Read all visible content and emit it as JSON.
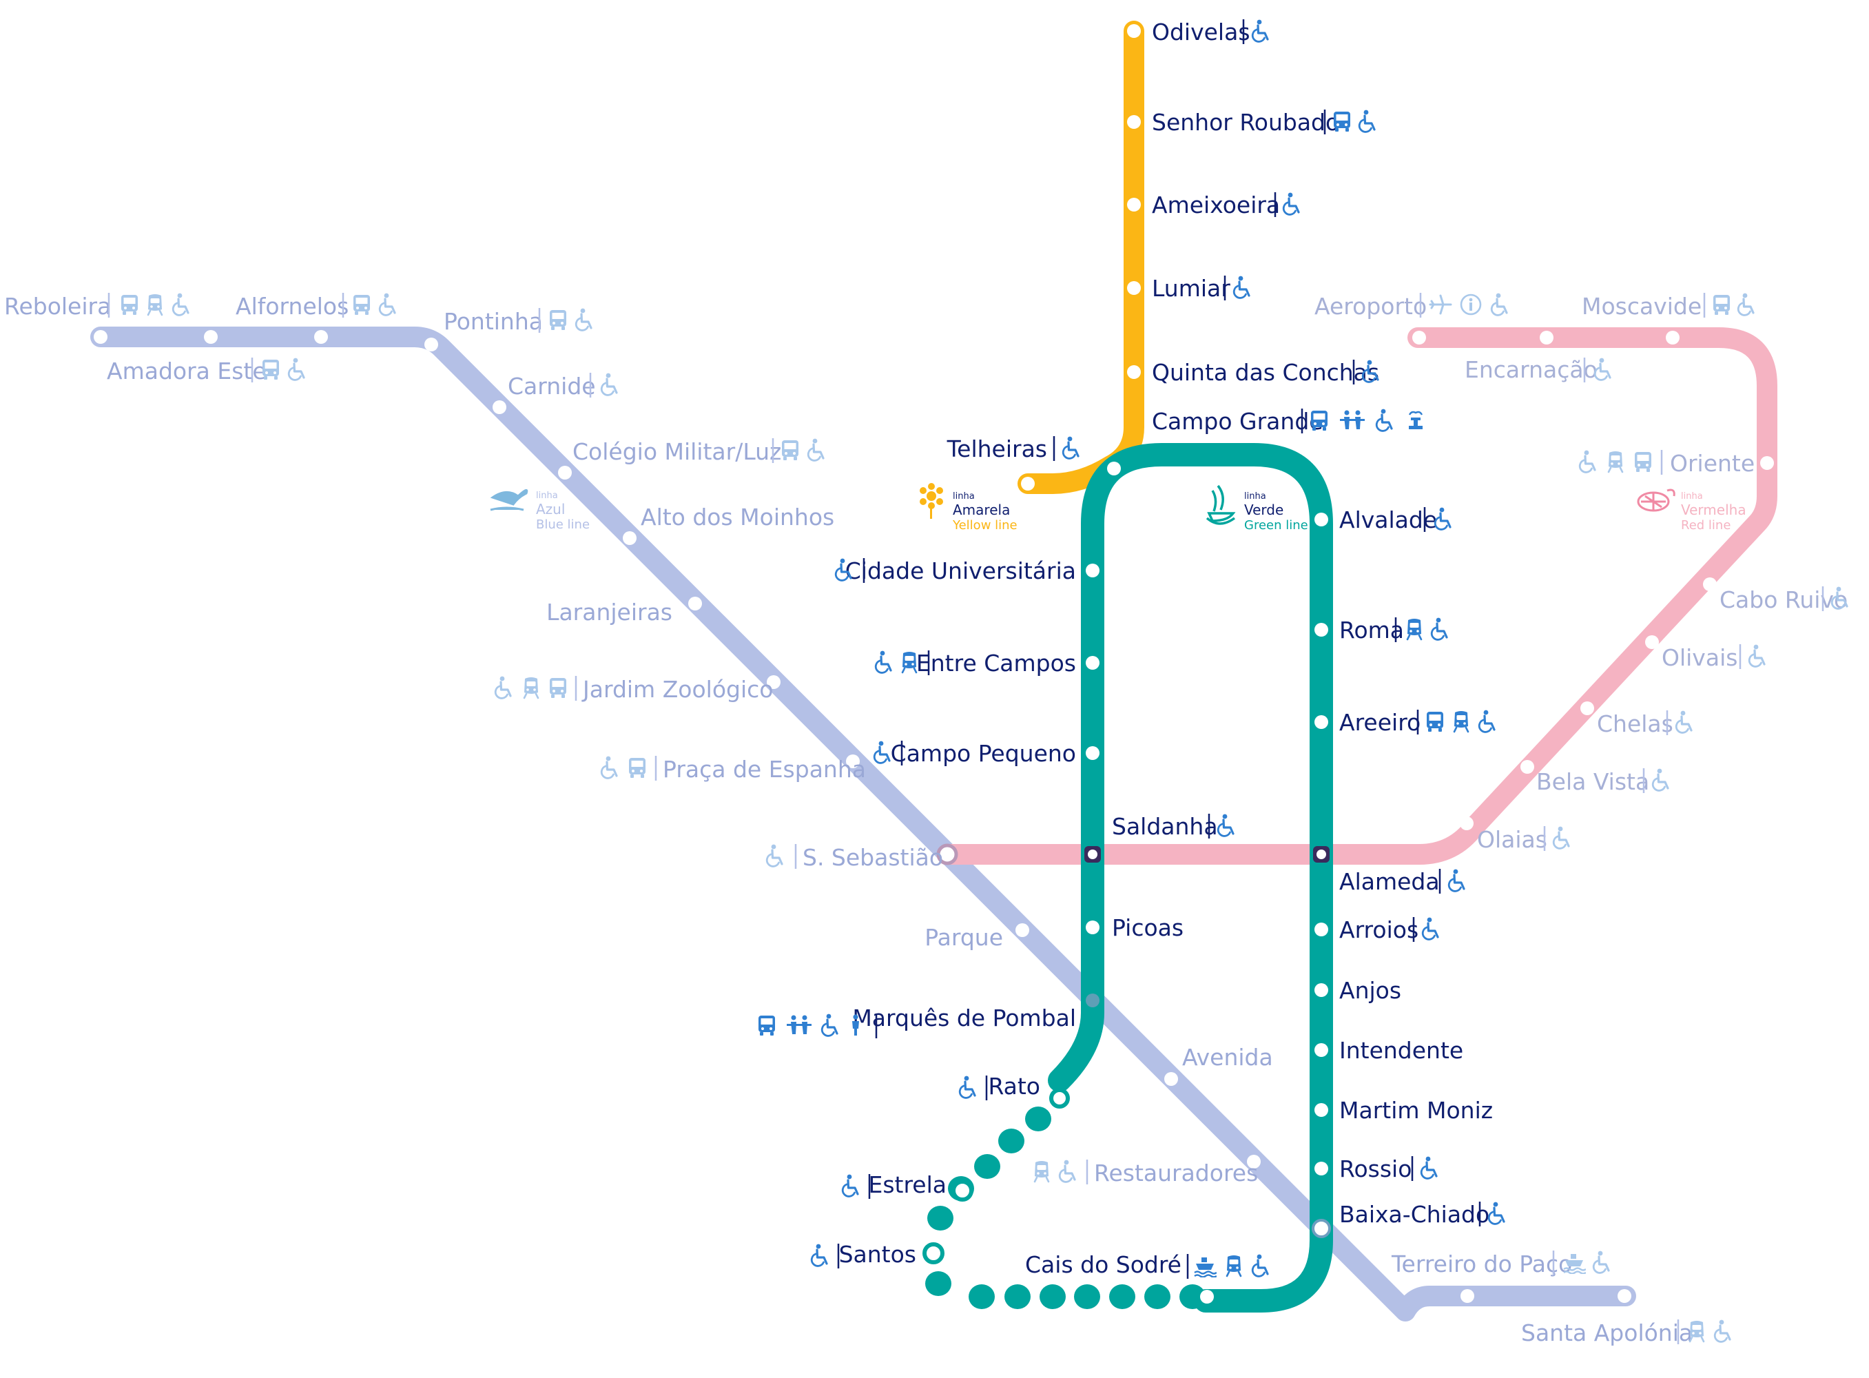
{
  "colors": {
    "blue": "#b4c0e6",
    "blue_text": "#9aa8d6",
    "red": "#f5b3c2",
    "red_text": "#b3bedf",
    "green": "#00a59d",
    "yellow": "#fbb615",
    "navy": "#0f1e6e",
    "icon_blue": "#2f7fd1",
    "icon_faded": "#a9c8ea",
    "interchange": "#3a2a5c"
  },
  "legend": {
    "azul": {
      "prefix": "linha",
      "name": "Azul",
      "english": "Blue line"
    },
    "amarela": {
      "prefix": "linha",
      "name": "Amarela",
      "english": "Yellow line"
    },
    "verde": {
      "prefix": "linha",
      "name": "Verde",
      "english": "Green line"
    },
    "vermelha": {
      "prefix": "linha",
      "name": "Vermelha",
      "english": "Red line"
    }
  },
  "stations": {
    "odivelas": "Odivelas",
    "senhor_roubado": "Senhor Roubado",
    "ameixoeira": "Ameixoeira",
    "lumiar": "Lumiar",
    "quinta_das_conchas": "Quinta das Conchas",
    "campo_grande": "Campo Grande",
    "telheiras": "Telheiras",
    "cidade_universitaria": "Cidade Universitária",
    "entre_campos": "Entre Campos",
    "campo_pequeno": "Campo Pequeno",
    "saldanha": "Saldanha",
    "picoas": "Picoas",
    "marques_de_pombal": "Marquês de Pombal",
    "rato": "Rato",
    "estrela": "Estrela",
    "santos": "Santos",
    "cais_do_sodre": "Cais do Sodré",
    "alvalade": "Alvalade",
    "roma": "Roma",
    "areeiro": "Areeiro",
    "alameda": "Alameda",
    "arroios": "Arroios",
    "anjos": "Anjos",
    "intendente": "Intendente",
    "martim_moniz": "Martim Moniz",
    "rossio": "Rossio",
    "baixa_chiado": "Baixa-Chiado",
    "reboleira": "Reboleira",
    "amadora_este": "Amadora Este",
    "alfornelos": "Alfornelos",
    "pontinha": "Pontinha",
    "carnide": "Carnide",
    "colegio_militar": "Colégio Militar/Luz",
    "alto_dos_moinhos": "Alto dos Moinhos",
    "laranjeiras": "Laranjeiras",
    "jardim_zoologico": "Jardim Zoológico",
    "praca_de_espanha": "Praça de Espanha",
    "s_sebastiao": "S. Sebastião",
    "parque": "Parque",
    "avenida": "Avenida",
    "restauradores": "Restauradores",
    "terreiro_do_paco": "Terreiro do Paço",
    "santa_apolonia": "Santa Apolónia",
    "aeroporto": "Aeroporto",
    "encarnacao": "Encarnação",
    "moscavide": "Moscavide",
    "oriente": "Oriente",
    "cabo_ruivo": "Cabo Ruivo",
    "olivais": "Olivais",
    "chelas": "Chelas",
    "bela_vista": "Bela Vista",
    "olaias": "Olaias"
  },
  "icon_names": [
    "wheelchair-icon",
    "bus-icon",
    "train-icon",
    "boat-icon",
    "plane-icon",
    "info-icon",
    "parking-icon",
    "person-icon",
    "taxi-icon"
  ]
}
